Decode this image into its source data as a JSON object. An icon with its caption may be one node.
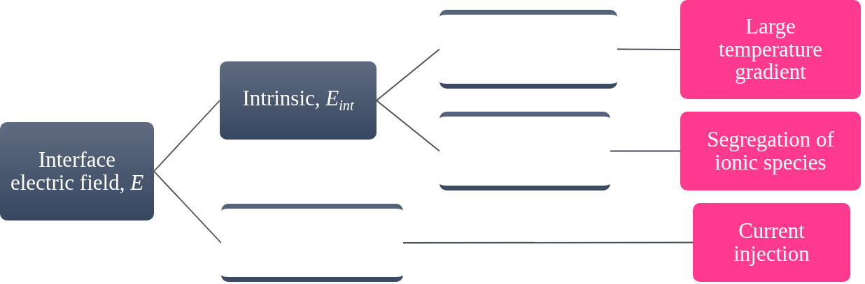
{
  "diagram": {
    "nodes": [
      {
        "text": [
          "Interface electric field, *E*"
        ]
      },
      {
        "text": [
          "Intrinsic, *E*$_{int}$"
        ]
      },
      {
        "text": [],
        "shape": "box"
      },
      {
        "text": [],
        "shape": "box"
      },
      {
        "text": [],
        "shape": "box"
      },
      {
        "text": [
          "Large temperature gradient"
        ]
      },
      {
        "text": [
          "Segregation of ionic species"
        ]
      },
      {
        "text": [
          "Current injection"
        ]
      }
    ],
    "edges": [
      {
        "from": 0,
        "to": 1,
        "arrow": "none"
      },
      {
        "from": 0,
        "to": 4,
        "arrow": "none"
      },
      {
        "from": 1,
        "to": 2,
        "arrow": "none"
      },
      {
        "from": 1,
        "to": 3,
        "arrow": "none"
      },
      {
        "from": 2,
        "to": 5,
        "arrow": "none"
      },
      {
        "from": 3,
        "to": 6,
        "arrow": "none"
      },
      {
        "from": 4,
        "to": 7,
        "arrow": "none"
      }
    ]
  }
}
